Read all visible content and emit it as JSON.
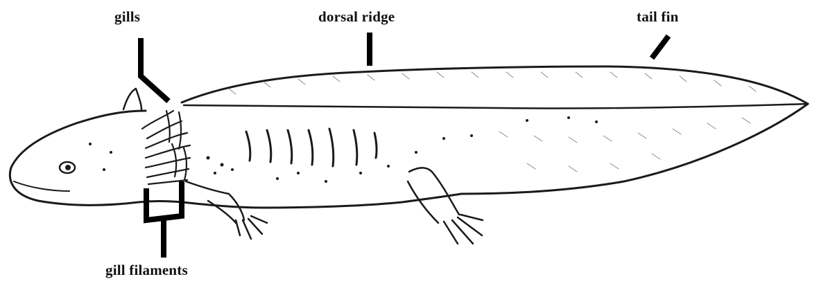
{
  "labels": {
    "gills": "gills",
    "dorsal_ridge": "dorsal ridge",
    "tail_fin": "tail fin",
    "gill_filaments": "gill filaments"
  },
  "colors": {
    "ink": "#111111",
    "background": "#ffffff"
  }
}
